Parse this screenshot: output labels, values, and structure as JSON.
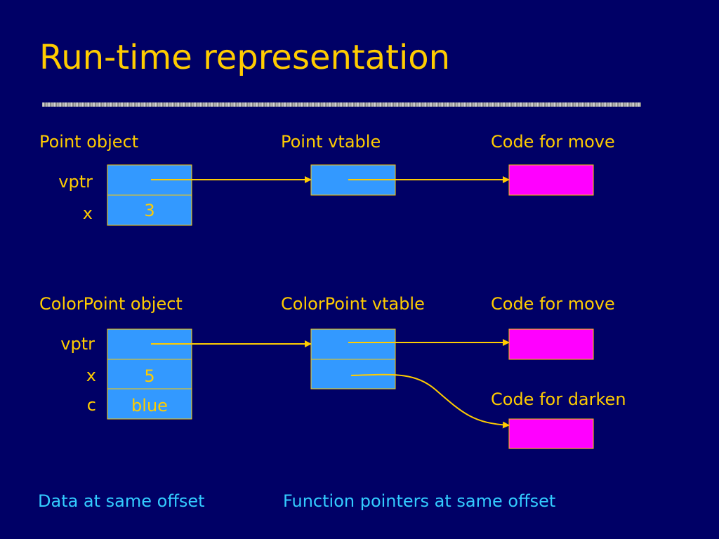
{
  "slide": {
    "title": "Run-time representation"
  },
  "point": {
    "object_label": "Point object",
    "vtable_label": "Point vtable",
    "code_move_label": "Code for move",
    "fields": [
      "vptr",
      "x"
    ],
    "x_value": "3"
  },
  "colorpoint": {
    "object_label": "ColorPoint object",
    "vtable_label": "ColorPoint vtable",
    "code_move_label": "Code for move",
    "code_darken_label": "Code for darken",
    "fields": [
      "vptr",
      "x",
      "c"
    ],
    "x_value": "5",
    "c_value": "blue"
  },
  "notes": {
    "data_offset": "Data at same offset",
    "function_offset": "Function pointers at same offset"
  },
  "colors": {
    "background": "#000066",
    "title": "#ffcc00",
    "box_fill": "#3399ff",
    "code_fill": "#ff00ff",
    "arrow": "#ffcc00",
    "note": "#33ccff"
  }
}
